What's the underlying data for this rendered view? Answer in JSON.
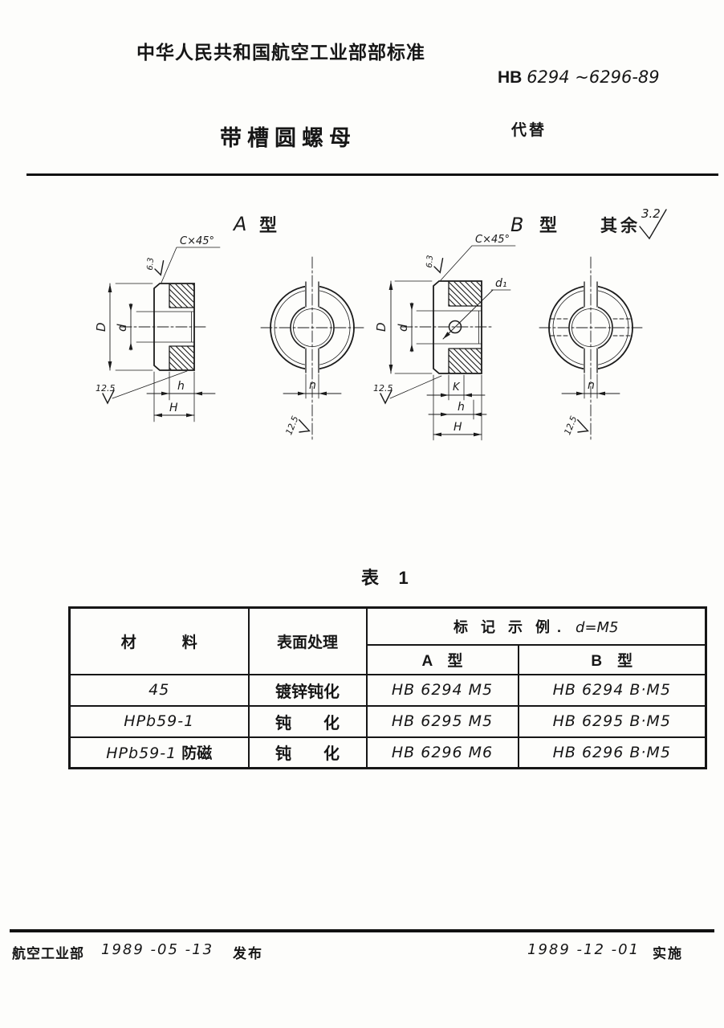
{
  "header": {
    "org_line": "中华人民共和国航空工业部部标准",
    "code_prefix": "HB",
    "code_number": "6294 ~6296-89",
    "title": "带槽圆螺母",
    "supersede": "代替"
  },
  "drawing": {
    "type_a": "A",
    "type_b": "B",
    "xing": "型",
    "qiyu": "其余",
    "qiyu_val": "3.2",
    "chamfer": "C×45°",
    "rough_63": "6.3",
    "rough_125": "12.5",
    "dim_D": "D",
    "dim_d": "d",
    "dim_h": "h",
    "dim_H": "H",
    "dim_n": "n",
    "dim_K": "K",
    "dim_d1": "d₁"
  },
  "table": {
    "caption": "表    1",
    "headers": {
      "material": "材　　　料",
      "surface": "表面处理",
      "example": "标  记  示  例 .",
      "example_cond": "d=M5",
      "type_a": "A　型",
      "type_b": "B　型"
    },
    "rows": [
      {
        "material": "45",
        "surface": "镀锌钝化",
        "a": "HB 6294 M5",
        "b": "HB 6294 B·M5"
      },
      {
        "material": "HPb59-1",
        "surface": "钝　　化",
        "a": "HB 6295 M5",
        "b": "HB 6295 B·M5"
      },
      {
        "material": "HPb59-1",
        "material_suffix": "防磁",
        "surface": "钝　　化",
        "a": "HB 6296 M6",
        "b": "HB 6296 B·M5"
      }
    ]
  },
  "footer": {
    "org": "航空工业部",
    "issue_date": "1989 -05 -13",
    "issue": "发布",
    "impl_date": "1989 -12 -01",
    "impl": "实施"
  }
}
